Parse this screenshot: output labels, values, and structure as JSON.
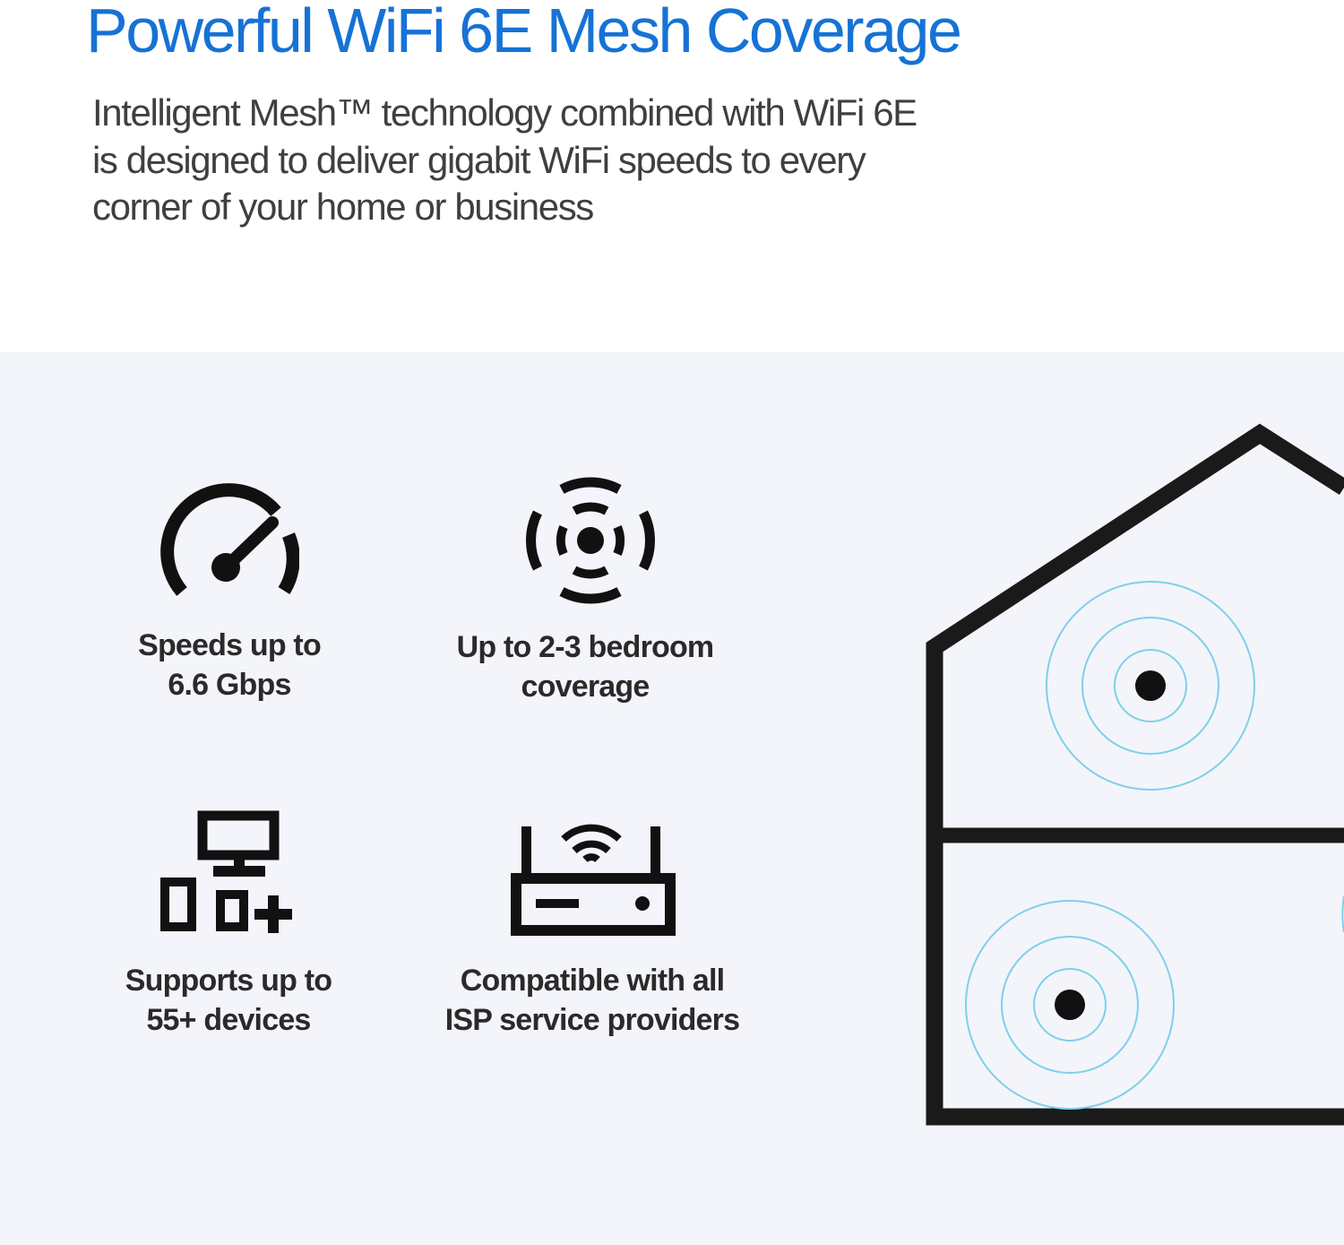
{
  "headline": "Powerful WiFi 6E Mesh Coverage",
  "subtext": {
    "line1": "Intelligent Mesh™ technology combined with WiFi 6E",
    "line2": "is designed to deliver gigabit WiFi speeds to every",
    "line3": "corner of your home or business"
  },
  "features": [
    {
      "icon": "speedometer-icon",
      "line1": "Speeds up to",
      "line2": "6.6 Gbps"
    },
    {
      "icon": "wireless-signal-icon",
      "line1": "Up to 2-3 bedroom",
      "line2": "coverage"
    },
    {
      "icon": "devices-icon",
      "line1": "Supports up to",
      "line2": "55+ devices"
    },
    {
      "icon": "router-icon",
      "line1": "Compatible with all",
      "line2": "ISP service providers"
    }
  ],
  "colors": {
    "headline": "#1672d6",
    "body_text": "#3f3f3f",
    "panel_bg": "#f3f5fa",
    "signal_rings": "#7fd0ea"
  }
}
